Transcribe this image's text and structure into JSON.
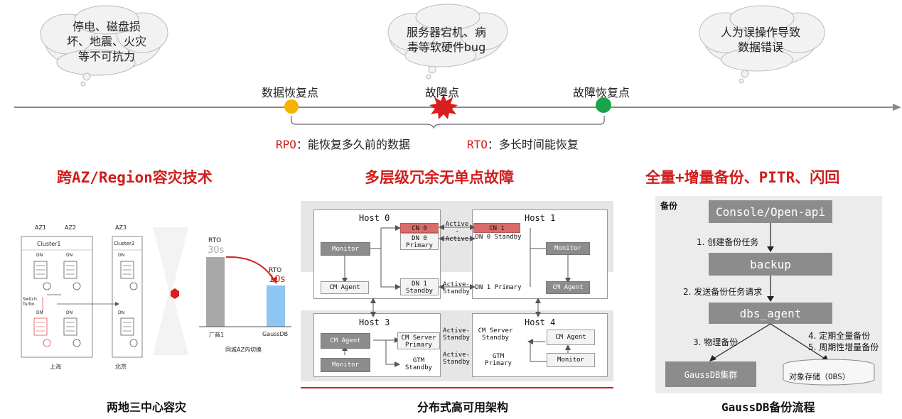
{
  "clouds": {
    "left": "停电、磁盘损\n坏、地震、火灾\n等不可抗力",
    "middle": "服务器宕机、病\n毒等软硬件bug",
    "right": "人为误操作导致\n数据错误"
  },
  "timeline": {
    "recovery_point": "数据恢复点",
    "fault_point": "故障点",
    "fault_recovery_point": "故障恢复点",
    "rpo_prefix": "RPO",
    "rpo_text": "：能恢复多久前的数据",
    "rto_prefix": "RTO",
    "rto_text": "：多长时间能恢复",
    "colors": {
      "recovery": "#f5b400",
      "fault": "#d81e1e",
      "fault_recovery": "#1aa34a"
    }
  },
  "sections": {
    "left_title": "跨AZ/Region容灾技术",
    "middle_title": "多层级冗余无单点故障",
    "right_title": "全量+增量备份、PITR、闪回",
    "left_caption": "两地三中心容灾",
    "middle_caption": "分布式高可用架构",
    "right_caption": "GaussDB备份流程"
  },
  "left_diagram": {
    "az1": "AZ1",
    "az2": "AZ2",
    "az3": "AZ3",
    "cluster1": "Cluster1",
    "cluster2": "Cluster2",
    "dn": "DN",
    "switch": "Switch\nTurbo",
    "city1": "上海",
    "city2": "北京",
    "rto_left_label": "RTO",
    "rto_left_value": "30s",
    "rto_right_label": "RTO",
    "rto_right_value": "10s",
    "bar_left_name": "厂商1",
    "bar_right_name": "GaussDB",
    "footer": "同城AZ内切换",
    "rto_left_seconds": 30,
    "rto_right_seconds": 10
  },
  "middle_diagram": {
    "host0": "Host 0",
    "host1": "Host 1",
    "host3": "Host 3",
    "host4": "Host 4",
    "monitor": "Monitor",
    "cm_agent": "CM Agent",
    "cn0": "CN 0",
    "dn0_primary": "DN 0\nPrimary",
    "cn1": "CN 1",
    "dn0_standby": "DN 0 Standby",
    "dn1_standby": "DN 1\nStandby",
    "dn1_primary": "DN 1 Primary",
    "active1": "Active",
    "dash": "-",
    "active2": "Active",
    "active_standby1": "Active-\nStandby",
    "active_standby2": "Active-\nStandby",
    "active_standby3": "Active-\nStandby",
    "cm_server_primary": "CM Server\nPrimary",
    "cm_server_standby": "CM Server\nStandby",
    "gtm_standby": "GTM\nStandby",
    "gtm_primary": "GTM\nPrimary"
  },
  "right_diagram": {
    "label": "备份",
    "console": "Console/Open-api",
    "backup": "backup",
    "dbs_agent": "dbs_agent",
    "step1": "1. 创建备份任务",
    "step2": "2. 发送备份任务请求",
    "step3": "3. 物理备份",
    "step4": "4. 定期全量备份",
    "step5": "5. 周期性增量备份",
    "cluster": "GaussDB集群",
    "obs": "对象存储（OBS）"
  }
}
